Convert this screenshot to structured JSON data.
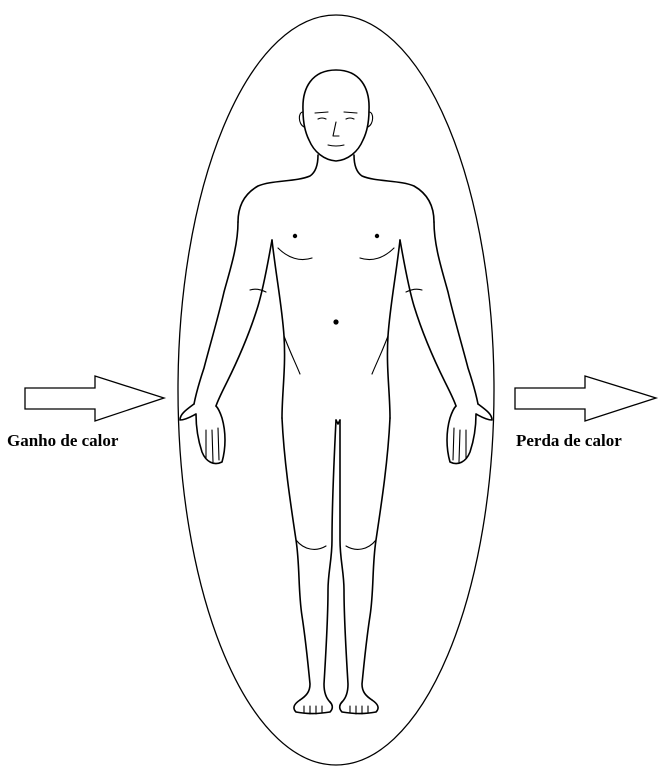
{
  "diagram": {
    "labels": {
      "heat_gain": "Ganho de calor",
      "heat_loss": "Perda de calor"
    },
    "arrows": [
      {
        "name": "heat-gain-arrow",
        "direction": "right"
      },
      {
        "name": "heat-loss-arrow",
        "direction": "right"
      }
    ],
    "colors": {
      "stroke": "#000000",
      "background": "#ffffff"
    }
  }
}
